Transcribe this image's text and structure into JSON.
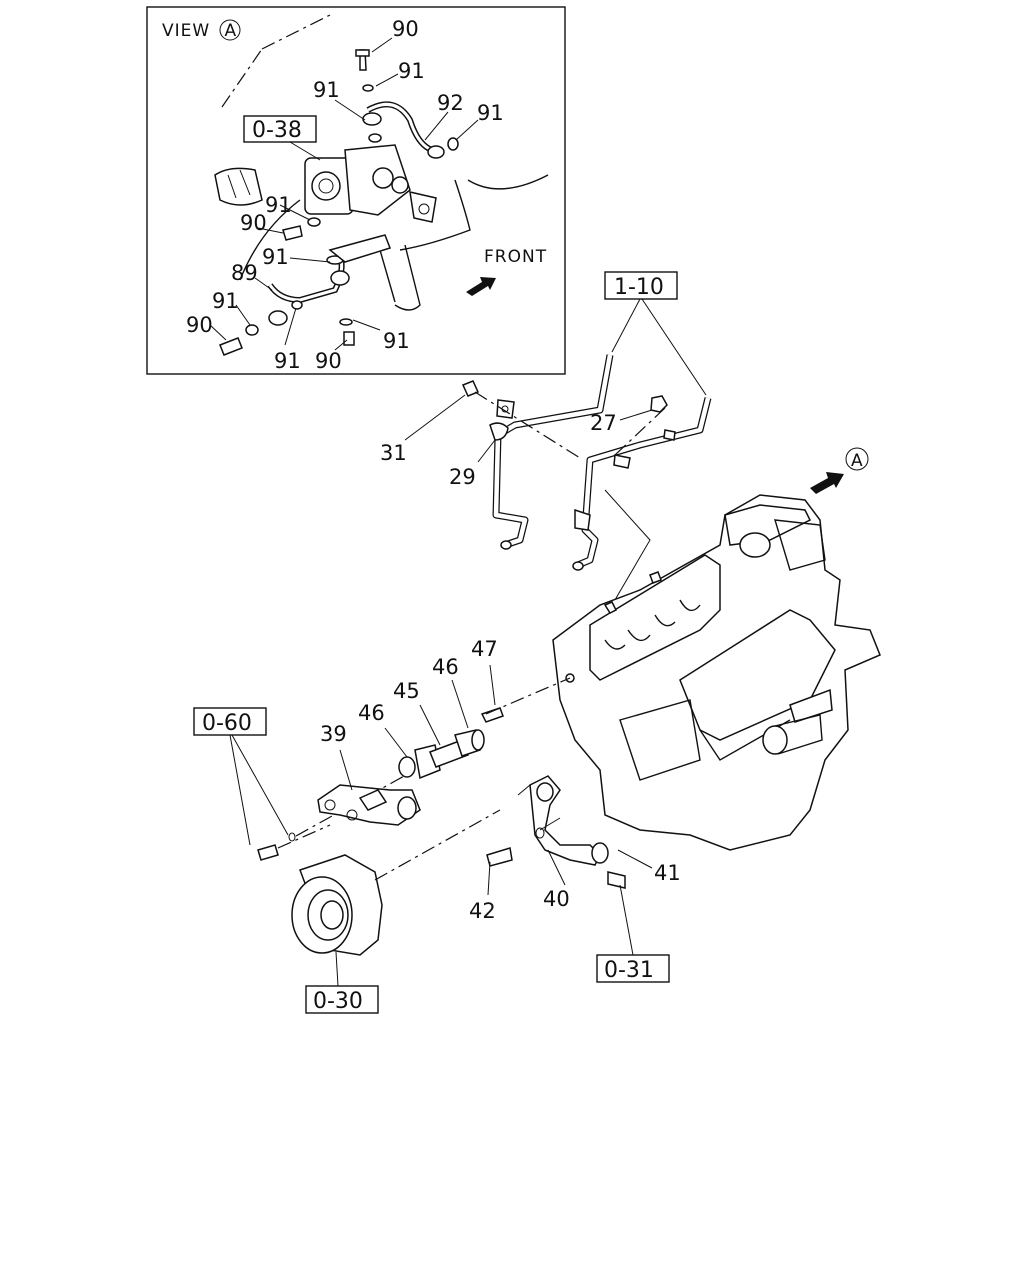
{
  "inset": {
    "view_label": "VIEW",
    "view_marker": "A",
    "front_label": "FRONT",
    "ref_box": "0-38",
    "callouts": [
      "90",
      "91",
      "91",
      "92",
      "91",
      "91",
      "90",
      "91",
      "89",
      "91",
      "90",
      "91",
      "90",
      "91"
    ]
  },
  "main": {
    "view_marker": "A",
    "ref_boxes": [
      "1-10",
      "0-60",
      "0-30",
      "0-31"
    ],
    "callouts": [
      "27",
      "31",
      "29",
      "47",
      "46",
      "45",
      "46",
      "39",
      "41",
      "42",
      "40"
    ]
  }
}
